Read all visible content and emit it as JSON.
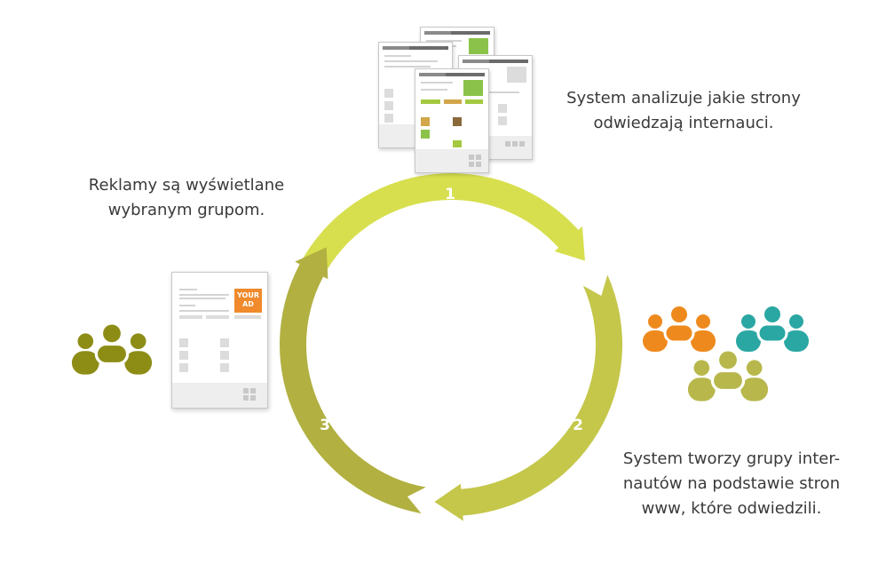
{
  "steps": [
    {
      "number": "1",
      "caption_lines": [
        "System analizuje jakie strony",
        "odwiedzają internauci."
      ]
    },
    {
      "number": "2",
      "caption_lines": [
        "System tworzy grupy inter-",
        "nautów na podstawie stron",
        "www, które odwiedzili."
      ]
    },
    {
      "number": "3",
      "caption_lines": [
        "Reklamy są wyświetlane",
        "wybranym grupom."
      ]
    }
  ],
  "ad_label_lines": [
    "YOUR",
    "AD"
  ],
  "colors": {
    "arc_light": "#d7df4e",
    "arc_mid": "#c4c74a",
    "arc_dark": "#b1b041",
    "group_orange": "#ee8a1d",
    "group_teal": "#2aa7a3",
    "group_olive": "#b8b74b",
    "group_dark_olive": "#8d8d16",
    "ad_orange": "#f08a2c",
    "thumb_green": "#8bc34a",
    "thumb_lime": "#a3c940",
    "thumb_tan": "#d2a64a",
    "thumb_brown": "#8a6a3a"
  },
  "icons": [
    "people-group-icon",
    "webpage-thumbnail-icon"
  ]
}
